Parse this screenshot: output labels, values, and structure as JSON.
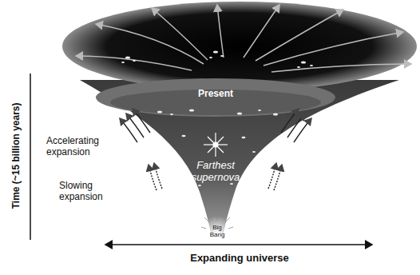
{
  "diagram": {
    "labels": [
      "Present",
      "Farthest supernova",
      "Accelerating expansion",
      "Slowing expansion",
      "Big Bang",
      "Expanding universe",
      "Time (~15 billion years)"
    ]
  }
}
